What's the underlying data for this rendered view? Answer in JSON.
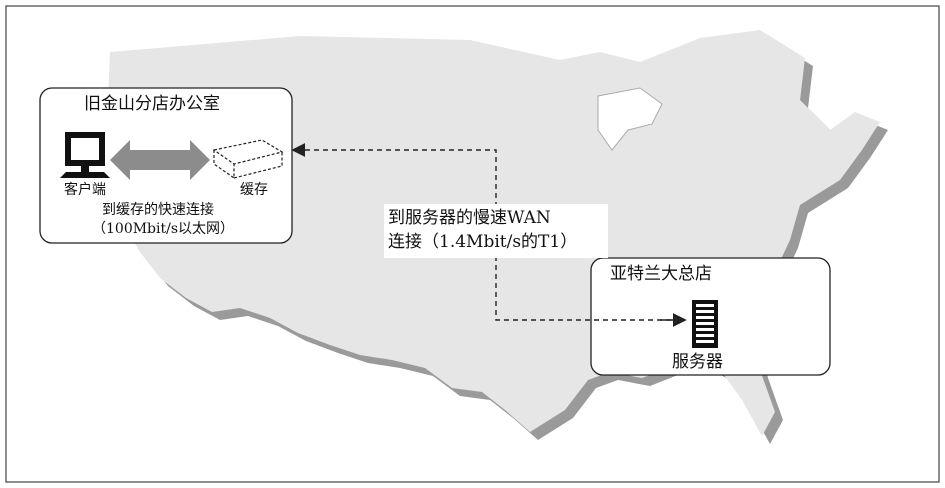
{
  "sf_office": {
    "title": "旧金山分店办公室",
    "client_label": "客户端",
    "cache_label": "缓存",
    "fast_link_line1": "到缓存的快速连接",
    "fast_link_line2": "（100Mbit/s以太网）"
  },
  "wan": {
    "line1": "到服务器的慢速WAN",
    "line2": "连接（1.4Mbit/s的T1）"
  },
  "atlanta_hq": {
    "title": "亚特兰大总店",
    "server_label": "服务器"
  },
  "colors": {
    "map_fill": "#e6e6e6",
    "map_shadow": "#9a9a9a",
    "arrow_fill": "#8c8c8c",
    "line": "#222222"
  }
}
